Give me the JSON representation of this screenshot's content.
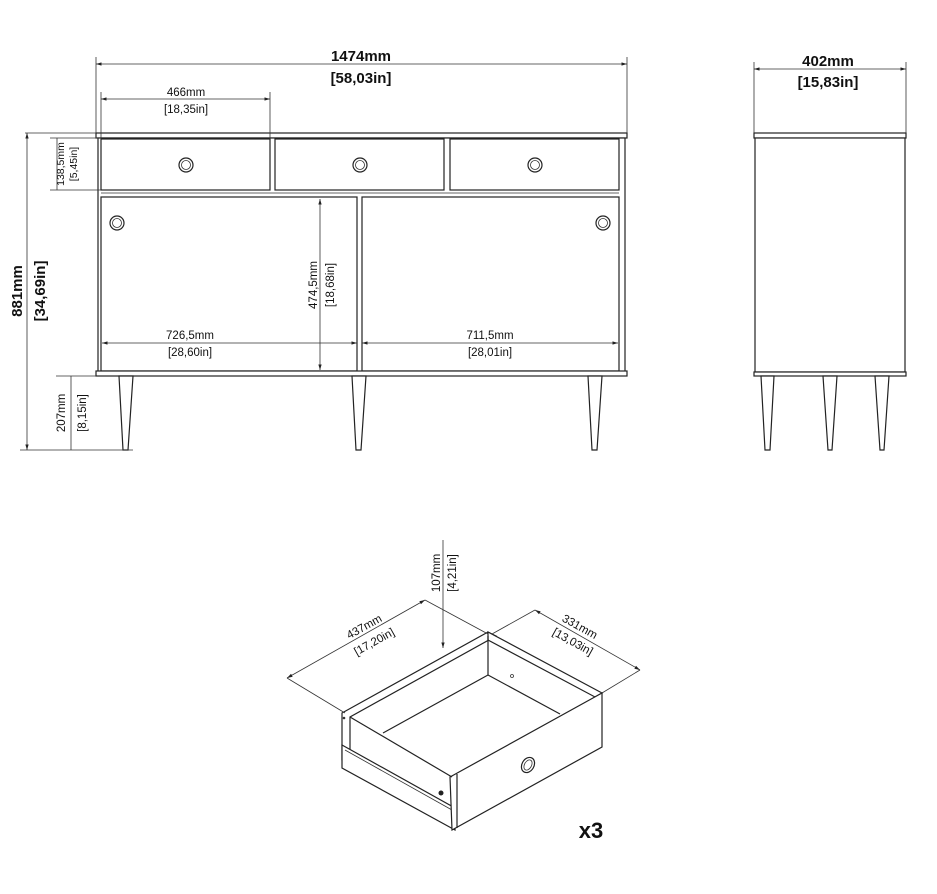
{
  "front_view": {
    "width": {
      "mm": "1474mm",
      "in": "[58,03in]"
    },
    "drawer_width": {
      "mm": "466mm",
      "in": "[18,35in]"
    },
    "total_height": {
      "mm": "881mm",
      "in": "[34,69in]"
    },
    "drawer_height": {
      "mm": "138,5mm",
      "in": "[5,45in]"
    },
    "leg_height": {
      "mm": "207mm",
      "in": "[8,15in]"
    },
    "door_height": {
      "mm": "474,5mm",
      "in": "[18,68in]"
    },
    "left_door_width": {
      "mm": "726,5mm",
      "in": "[28,60in]"
    },
    "right_door_width": {
      "mm": "711,5mm",
      "in": "[28,01in]"
    }
  },
  "side_view": {
    "depth": {
      "mm": "402mm",
      "in": "[15,83in]"
    }
  },
  "drawer_view": {
    "height": {
      "mm": "107mm",
      "in": "[4,21in]"
    },
    "length": {
      "mm": "437mm",
      "in": "[17,20in]"
    },
    "width": {
      "mm": "331mm",
      "in": "[13,03in]"
    },
    "quantity": "x3"
  }
}
